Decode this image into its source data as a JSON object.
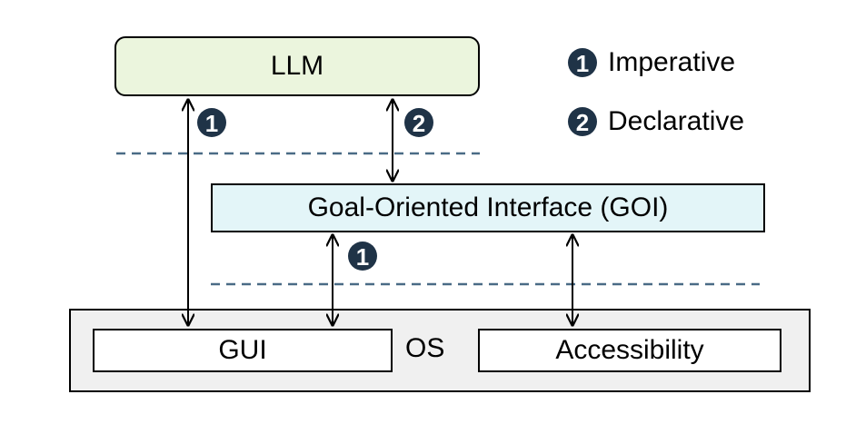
{
  "diagram": {
    "llm_label": "LLM",
    "goi_label": "Goal-Oriented Interface (GOI)",
    "os_label": "OS",
    "gui_label": "GUI",
    "accessibility_label": "Accessibility",
    "marker_1": "1",
    "marker_2": "2"
  },
  "legend": {
    "items": [
      {
        "number": "1",
        "label": "Imperative"
      },
      {
        "number": "2",
        "label": "Declarative"
      }
    ]
  },
  "colors": {
    "llm_fill": "#ebf5dd",
    "goi_fill": "#e3f5f8",
    "os_fill": "#f0f0f0",
    "marker_fill": "#1f3347",
    "dashed_line": "#4a6b86"
  }
}
